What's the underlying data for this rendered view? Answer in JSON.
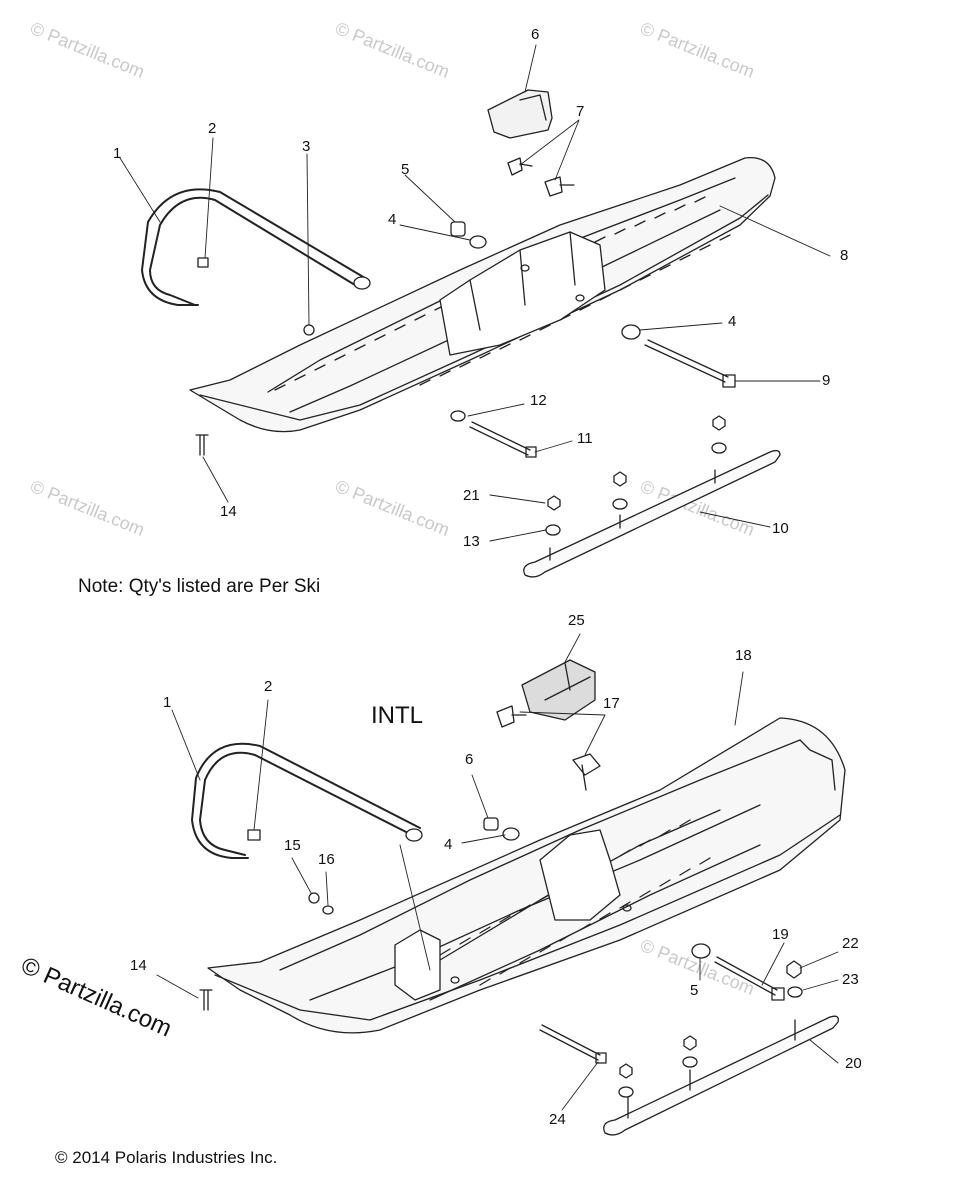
{
  "watermark": "© Partzilla.com",
  "note": "Note: Qty's listed are Per Ski",
  "intl_label": "INTL",
  "side_watermark": "© Partzilla.com",
  "copyright": "© 2014 Polaris Industries Inc.",
  "callouts": {
    "top": [
      "1",
      "2",
      "3",
      "4",
      "5",
      "6",
      "7",
      "8",
      "4",
      "9",
      "12",
      "11",
      "14",
      "21",
      "13",
      "10"
    ],
    "bottom": [
      "25",
      "18",
      "1",
      "2",
      "17",
      "6",
      "4",
      "15",
      "16",
      "14",
      "5",
      "19",
      "22",
      "23",
      "20",
      "24"
    ]
  }
}
